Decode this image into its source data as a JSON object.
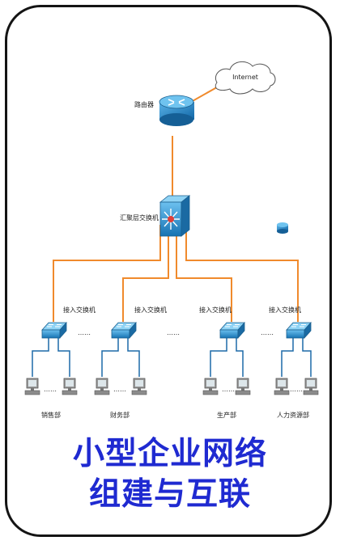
{
  "diagram": {
    "internet_label": "Internet",
    "router_label": "路由器",
    "core_switch_label": "汇聚层交换机",
    "access_switch_label": "接入交换机",
    "access_switch_label_4": "接入交换机",
    "ellipsis": "……",
    "departments": [
      "销售部",
      "财务部",
      "生产部",
      "人力资源部"
    ]
  },
  "caption": {
    "line1": "小型企业网络",
    "line2": "组建与互联"
  },
  "colors": {
    "link": "#f08a2c",
    "device": "#1d7fc1",
    "caption": "#1f2ad1",
    "core_center": "#e0403a"
  }
}
